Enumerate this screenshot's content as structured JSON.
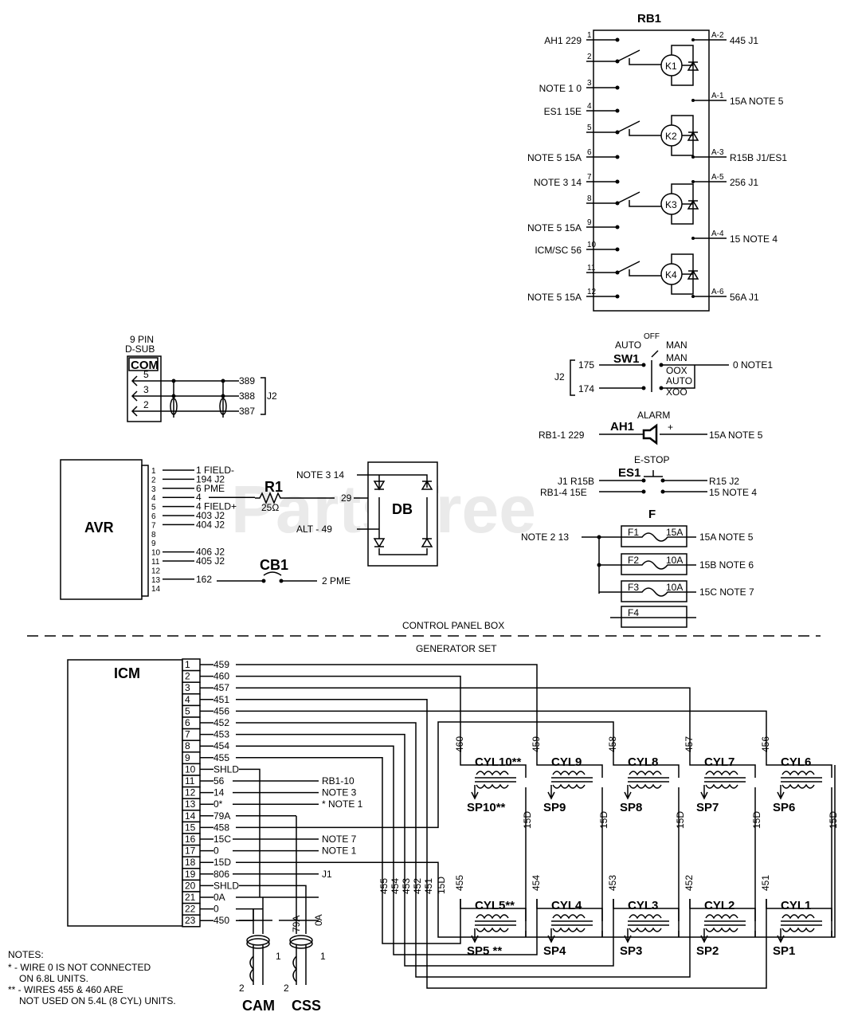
{
  "watermark": "PartsTree",
  "rb1": {
    "title": "RB1",
    "relays": [
      "K1",
      "K2",
      "K3",
      "K4"
    ],
    "left_pins": [
      "1",
      "2",
      "3",
      "4",
      "5",
      "6",
      "7",
      "8",
      "9",
      "10",
      "11",
      "12"
    ],
    "left_labels": [
      {
        "pin": "1",
        "text": "AH1 229"
      },
      {
        "pin": "3",
        "text": "NOTE 1 0"
      },
      {
        "pin": "4",
        "text": "ES1 15E"
      },
      {
        "pin": "6",
        "text": "NOTE 5 15A"
      },
      {
        "pin": "7",
        "text": "NOTE 3 14"
      },
      {
        "pin": "9",
        "text": "NOTE 5 15A"
      },
      {
        "pin": "10",
        "text": "ICM/SC 56"
      },
      {
        "pin": "12",
        "text": "NOTE 5 15A"
      }
    ],
    "right": [
      {
        "pin": "A-2",
        "text": "445 J1"
      },
      {
        "pin": "A-1",
        "text": "15A NOTE 5"
      },
      {
        "pin": "A-3",
        "text": "R15B J1/ES1"
      },
      {
        "pin": "A-5",
        "text": "256 J1"
      },
      {
        "pin": "A-4",
        "text": "15 NOTE 4"
      },
      {
        "pin": "A-6",
        "text": "56A J1"
      }
    ]
  },
  "sw1": {
    "label": "SW1",
    "off": "OFF",
    "auto": "AUTO",
    "man": "MAN",
    "contact_top": "MAN",
    "code_top": "OOX",
    "contact_bottom": "AUTO",
    "code_bottom": "XOO",
    "wire_top": "175",
    "wire_bottom": "174",
    "connector": "J2",
    "out": "0 NOTE1"
  },
  "ah1": {
    "label": "AH1",
    "caption": "ALARM",
    "left": "RB1-1 229",
    "right": "15A NOTE 5",
    "plus": "+"
  },
  "es1": {
    "label": "ES1",
    "caption": "E-STOP",
    "left_top": "J1 R15B",
    "left_bottom": "RB1-4 15E",
    "right_top": "R15 J2",
    "right_bottom": "15 NOTE 4"
  },
  "fuses": {
    "label": "F",
    "input": "NOTE 2 13",
    "items": [
      {
        "id": "F1",
        "rating": "15A",
        "out": "15A NOTE 5"
      },
      {
        "id": "F2",
        "rating": "10A",
        "out": "15B NOTE 6"
      },
      {
        "id": "F3",
        "rating": "10A",
        "out": "15C NOTE 7"
      },
      {
        "id": "F4",
        "rating": "",
        "out": ""
      }
    ]
  },
  "dsub": {
    "title": "9 PIN\nD-SUB",
    "title1": "9 PIN",
    "title2": "D-SUB",
    "box": "COM",
    "pins": [
      "5",
      "3",
      "2"
    ],
    "wires": [
      "389",
      "388",
      "387"
    ],
    "connector": "J2"
  },
  "avr": {
    "label": "AVR",
    "pins": [
      "1",
      "2",
      "3",
      "4",
      "5",
      "6",
      "7",
      "8",
      "9",
      "10",
      "11",
      "12",
      "13",
      "14"
    ],
    "wires": [
      {
        "pin": "1",
        "text": "1 FIELD-"
      },
      {
        "pin": "2",
        "text": "194 J2"
      },
      {
        "pin": "3",
        "text": "6 PME"
      },
      {
        "pin": "4",
        "text": "4"
      },
      {
        "pin": "5",
        "text": "4 FIELD+"
      },
      {
        "pin": "6",
        "text": "403 J2"
      },
      {
        "pin": "7",
        "text": "404 J2"
      },
      {
        "pin": "10",
        "text": "406 J2"
      },
      {
        "pin": "11",
        "text": "405 J2"
      },
      {
        "pin": "13",
        "text": "162"
      }
    ]
  },
  "r1": {
    "label": "R1",
    "value": "25Ω",
    "out": "29"
  },
  "db": {
    "label": "DB",
    "in_top": "NOTE 3 14",
    "in_bottom": "ALT - 49"
  },
  "cb1": {
    "label": "CB1",
    "out": "2 PME"
  },
  "divider": {
    "top": "CONTROL PANEL BOX",
    "bottom": "GENERATOR SET"
  },
  "icm": {
    "label": "ICM",
    "pins": [
      {
        "pin": "1",
        "wire": "459",
        "dest": ""
      },
      {
        "pin": "2",
        "wire": "460",
        "dest": ""
      },
      {
        "pin": "3",
        "wire": "457",
        "dest": ""
      },
      {
        "pin": "4",
        "wire": "451",
        "dest": ""
      },
      {
        "pin": "5",
        "wire": "456",
        "dest": ""
      },
      {
        "pin": "6",
        "wire": "452",
        "dest": ""
      },
      {
        "pin": "7",
        "wire": "453",
        "dest": ""
      },
      {
        "pin": "8",
        "wire": "454",
        "dest": ""
      },
      {
        "pin": "9",
        "wire": "455",
        "dest": ""
      },
      {
        "pin": "10",
        "wire": "SHLD",
        "dest": ""
      },
      {
        "pin": "11",
        "wire": "56",
        "dest": "RB1-10"
      },
      {
        "pin": "12",
        "wire": "14",
        "dest": "NOTE 3"
      },
      {
        "pin": "13",
        "wire": "0*",
        "dest": "* NOTE 1"
      },
      {
        "pin": "14",
        "wire": "79A",
        "dest": ""
      },
      {
        "pin": "15",
        "wire": "458",
        "dest": ""
      },
      {
        "pin": "16",
        "wire": "15C",
        "dest": "NOTE 7"
      },
      {
        "pin": "17",
        "wire": "0",
        "dest": "NOTE 1"
      },
      {
        "pin": "18",
        "wire": "15D",
        "dest": ""
      },
      {
        "pin": "19",
        "wire": "806",
        "dest": "J1"
      },
      {
        "pin": "20",
        "wire": "SHLD",
        "dest": ""
      },
      {
        "pin": "21",
        "wire": "0A",
        "dest": ""
      },
      {
        "pin": "22",
        "wire": "0",
        "dest": ""
      },
      {
        "pin": "23",
        "wire": "450",
        "dest": ""
      }
    ]
  },
  "coils_top": [
    {
      "name": "CYL10**",
      "plug": "SP10**",
      "wire": "460",
      "ret": "15D"
    },
    {
      "name": "CYL9",
      "plug": "SP9",
      "wire": "459",
      "ret": "15D"
    },
    {
      "name": "CYL8",
      "plug": "SP8",
      "wire": "458",
      "ret": "15D"
    },
    {
      "name": "CYL7",
      "plug": "SP7",
      "wire": "457",
      "ret": "15D"
    },
    {
      "name": "CYL6",
      "plug": "SP6",
      "wire": "456",
      "ret": "15D"
    }
  ],
  "coils_bottom": [
    {
      "name": "CYL5**",
      "plug": "SP5 **",
      "wire": "455"
    },
    {
      "name": "CYL4",
      "plug": "SP4",
      "wire": "454"
    },
    {
      "name": "CYL3",
      "plug": "SP3",
      "wire": "453"
    },
    {
      "name": "CYL2",
      "plug": "SP2",
      "wire": "452"
    },
    {
      "name": "CYL1",
      "plug": "SP1",
      "wire": "451"
    }
  ],
  "bus_labels": [
    "455",
    "454",
    "453",
    "452",
    "451",
    "15D"
  ],
  "sensors": [
    {
      "name": "CAM",
      "wire": "",
      "pin1": "1",
      "pin2": "2"
    },
    {
      "name": "CSS",
      "wire_a": "79A",
      "wire_b": "0A",
      "pin1": "1",
      "pin2": "2"
    }
  ],
  "notes": {
    "title": "NOTES:",
    "lines": [
      "* - WIRE 0 IS NOT CONNECTED",
      "ON 6.8L UNITS.",
      "** - WIRES 455 & 460  ARE",
      "NOT USED ON 5.4L (8 CYL) UNITS."
    ]
  }
}
